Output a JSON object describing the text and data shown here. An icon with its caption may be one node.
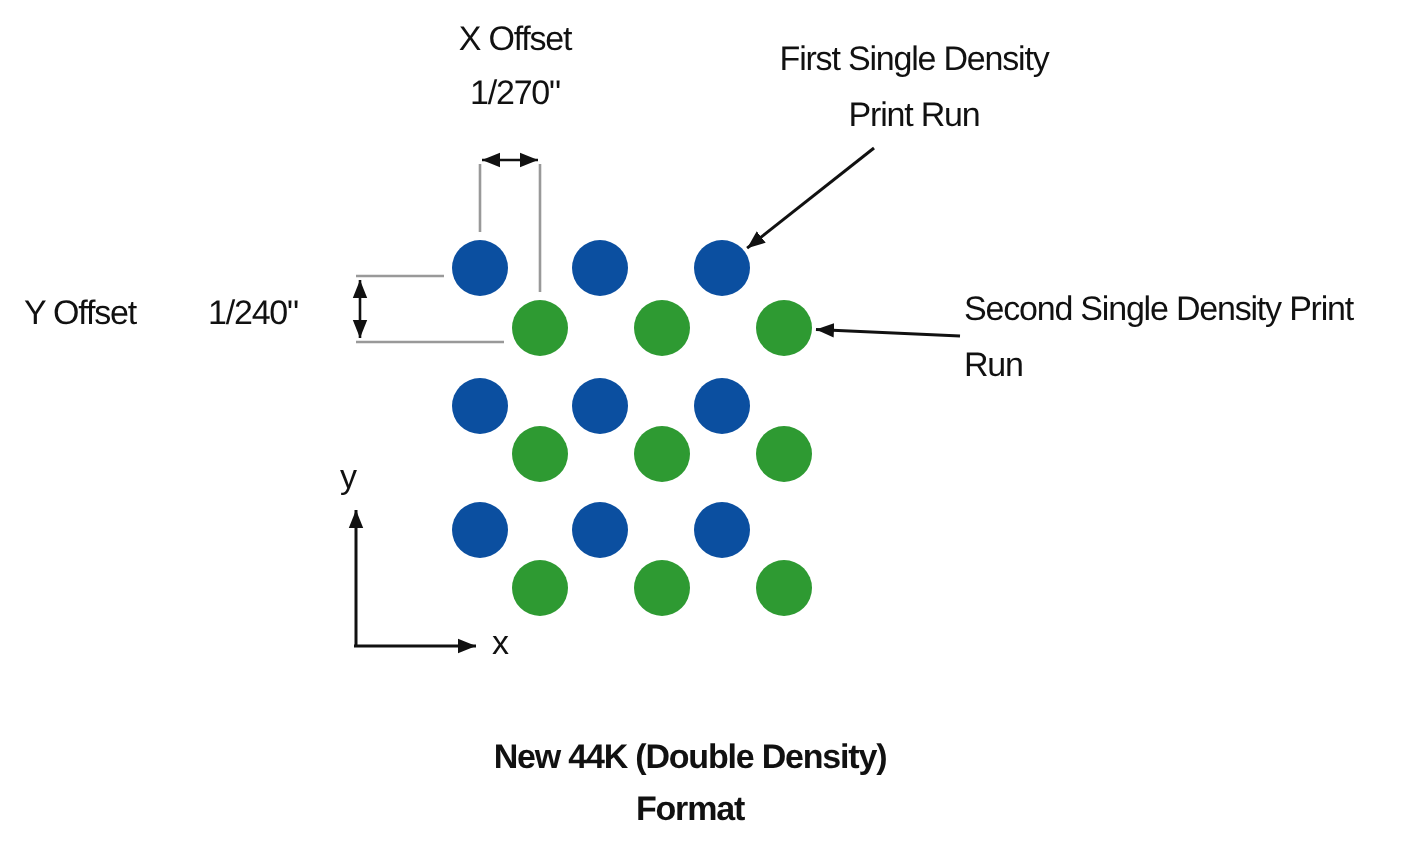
{
  "diagram": {
    "caption": "New 44K (Double Density) Format",
    "nodes": [
      {
        "text": [
          "First Single Density Print Run"
        ]
      },
      {
        "text": [
          "Second Single Density Print Run"
        ]
      },
      {
        "text": [],
        "shape": "circle"
      },
      {
        "text": [],
        "shape": "circle"
      },
      {
        "text": [],
        "shape": "circle"
      },
      {
        "text": [],
        "shape": "circle"
      },
      {
        "text": [],
        "shape": "circle"
      },
      {
        "text": [],
        "shape": "circle"
      },
      {
        "text": [],
        "shape": "circle"
      },
      {
        "text": [],
        "shape": "circle"
      },
      {
        "text": [],
        "shape": "circle"
      },
      {
        "text": [],
        "shape": "circle"
      },
      {
        "text": [],
        "shape": "circle"
      },
      {
        "text": [],
        "shape": "circle"
      },
      {
        "text": [],
        "shape": "circle"
      },
      {
        "text": [],
        "shape": "circle"
      },
      {
        "text": [],
        "shape": "circle"
      },
      {
        "text": [],
        "shape": "circle"
      },
      {
        "text": [],
        "shape": "circle"
      },
      {
        "text": [],
        "shape": "circle"
      }
    ],
    "edges": [
      {
        "from": 0,
        "to": 4,
        "arrow": "to"
      },
      {
        "from": 1,
        "to": 7,
        "arrow": "to"
      }
    ],
    "labels": [
      "X Offset",
      "1/270\"",
      "Y Offset",
      "1/240\"",
      "y",
      "x"
    ]
  }
}
